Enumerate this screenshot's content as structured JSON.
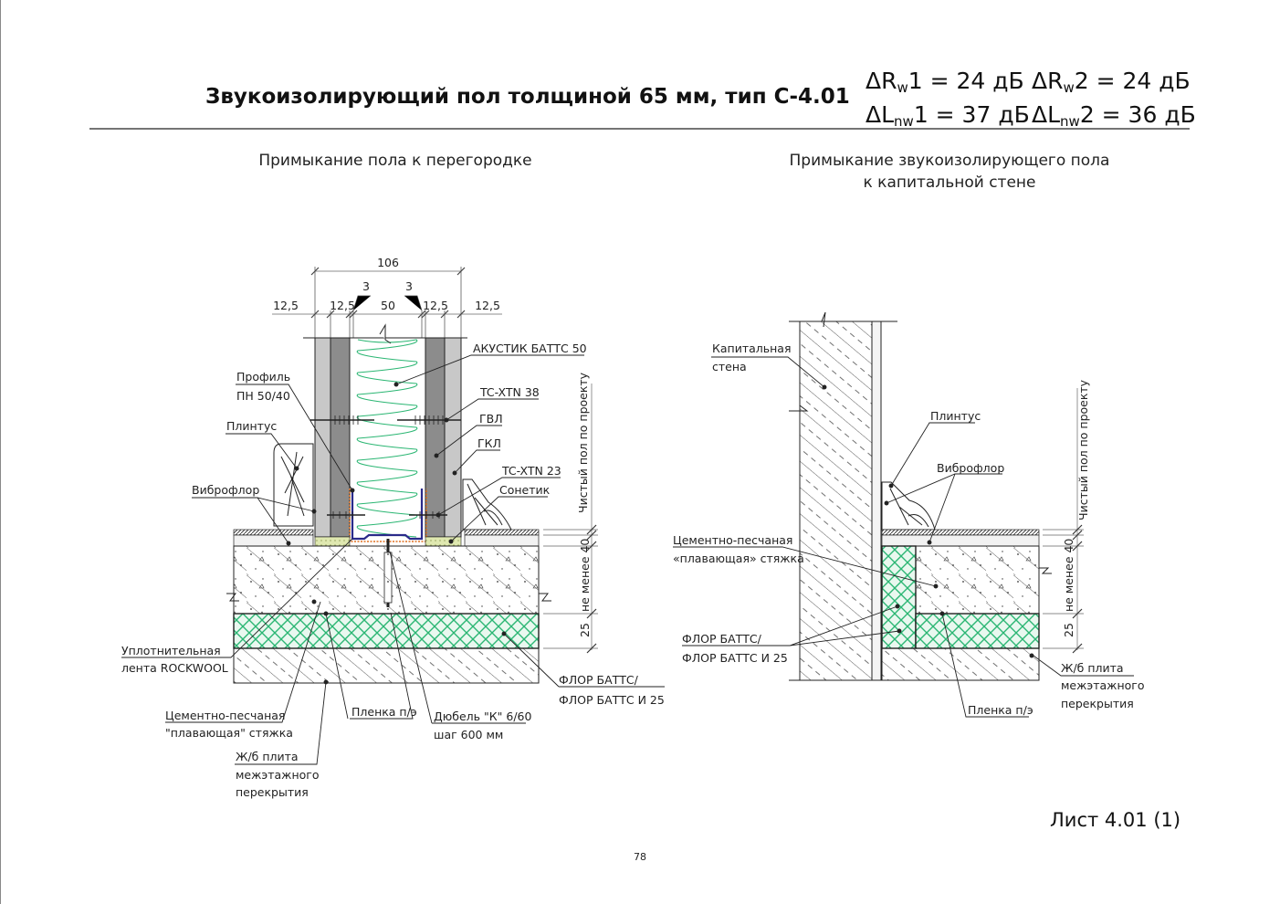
{
  "header": {
    "title": "Звукоизолирующий пол толщиной 65 мм, тип С-4.01",
    "formulas": [
      {
        "sym": "ΔR",
        "sub": "w",
        "rest": "1 = 24 дБ"
      },
      {
        "sym": "ΔR",
        "sub": "w",
        "rest": "2 = 24 дБ"
      },
      {
        "sym": "ΔL",
        "sub": "nw",
        "rest": "1 = 37 дБ"
      },
      {
        "sym": "ΔL",
        "sub": "nw",
        "rest": "2 = 36 дБ"
      }
    ]
  },
  "left_detail": {
    "title": "Примыкание пола к перегородке",
    "dimensions": {
      "total": "106",
      "gap_left": "3",
      "gap_right": "3",
      "d1": "12,5",
      "d2": "12,5",
      "core": "50",
      "d3": "12,5",
      "d4": "12,5"
    },
    "vertical_dims": {
      "finish": "Чистый пол по проекту",
      "screed": "не менее 40",
      "insulation": "25"
    },
    "labels": {
      "akustik": "АКУСТИК БАТТС 50",
      "profile_1": "Профиль",
      "profile_2": "ПН 50/40",
      "tc38": "TC-XTN 38",
      "gvl": "ГВЛ",
      "gkl": "ГКЛ",
      "plintus": "Плинтус",
      "tc23": "TC-XTN 23",
      "vibrofloor": "Виброфлор",
      "sonetik": "Сонетик",
      "tape_1": "Уплотнительная",
      "tape_2": "лента ROCKWOOL",
      "screed_1": "Цементно-песчаная",
      "screed_2": "\"плавающая\" стяжка",
      "film": "Пленка п/э",
      "dowel_1": "Дюбель \"К\" 6/60",
      "dowel_2": "шаг 600 мм",
      "floor_batts_1": "ФЛОР БАТТС/",
      "floor_batts_2": "ФЛОР БАТТС И 25",
      "slab_1": "Ж/б плита",
      "slab_2": "межэтажного",
      "slab_3": "перекрытия"
    }
  },
  "right_detail": {
    "title_1": "Примыкание звукоизолирующего пола",
    "title_2": "к капитальной стене",
    "vertical_dims": {
      "finish": "Чистый пол по проекту",
      "screed": "не менее 40",
      "insulation": "25"
    },
    "labels": {
      "wall_1": "Капитальная",
      "wall_2": "стена",
      "plintus": "Плинтус",
      "vibrofloor": "Виброфлор",
      "screed_1": "Цементно-песчаная",
      "screed_2": "«плавающая» стяжка",
      "floor_batts_1": "ФЛОР БАТТС/",
      "floor_batts_2": "ФЛОР БАТТС И 25",
      "slab_1": "Ж/б плита",
      "slab_2": "межэтажного",
      "slab_3": "перекрытия",
      "film": "Пленка п/э"
    }
  },
  "footer": {
    "sheet": "Лист 4.01 (1)",
    "page": "78"
  },
  "colors": {
    "insulation": "#2bb673",
    "gkl": "#c8c8c8",
    "gvl": "#8c8c8c",
    "profile": "#2a2a8a",
    "sealant": "#e07020",
    "tape": "#dfe8b0"
  }
}
